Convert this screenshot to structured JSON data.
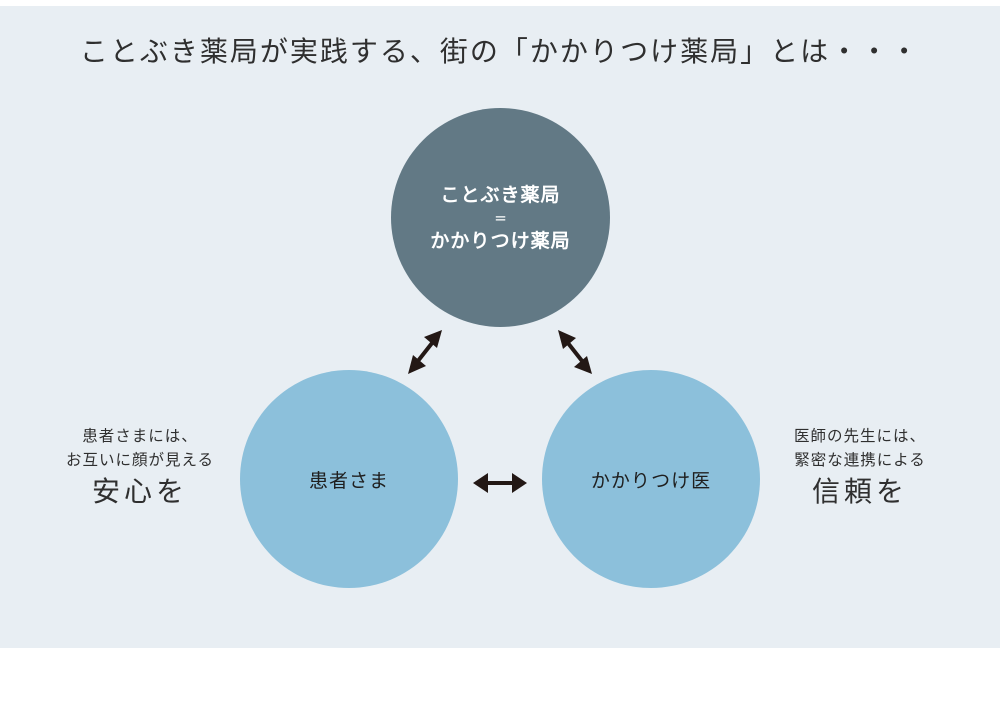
{
  "headline": "ことぶき薬局が実践する、街の「かかりつけ薬局」とは・・・",
  "center": {
    "line1": "ことぶき薬局",
    "equals": "=",
    "line2": "かかりつけ薬局"
  },
  "patient": {
    "label": "患者さま",
    "caption_line1": "患者さまには、",
    "caption_line2": "お互いに顔が見える",
    "caption_emphasis": "安心を"
  },
  "doctor": {
    "label": "かかりつけ医",
    "caption_line1": "医師の先生には、",
    "caption_line2": "緊密な連携による",
    "caption_emphasis": "信頼を"
  },
  "colors": {
    "background": "#e8eef3",
    "center_circle": "#627985",
    "outer_circles": "#8cc0db",
    "arrows": "#231815"
  },
  "icons": [
    "double-arrow-icon"
  ]
}
